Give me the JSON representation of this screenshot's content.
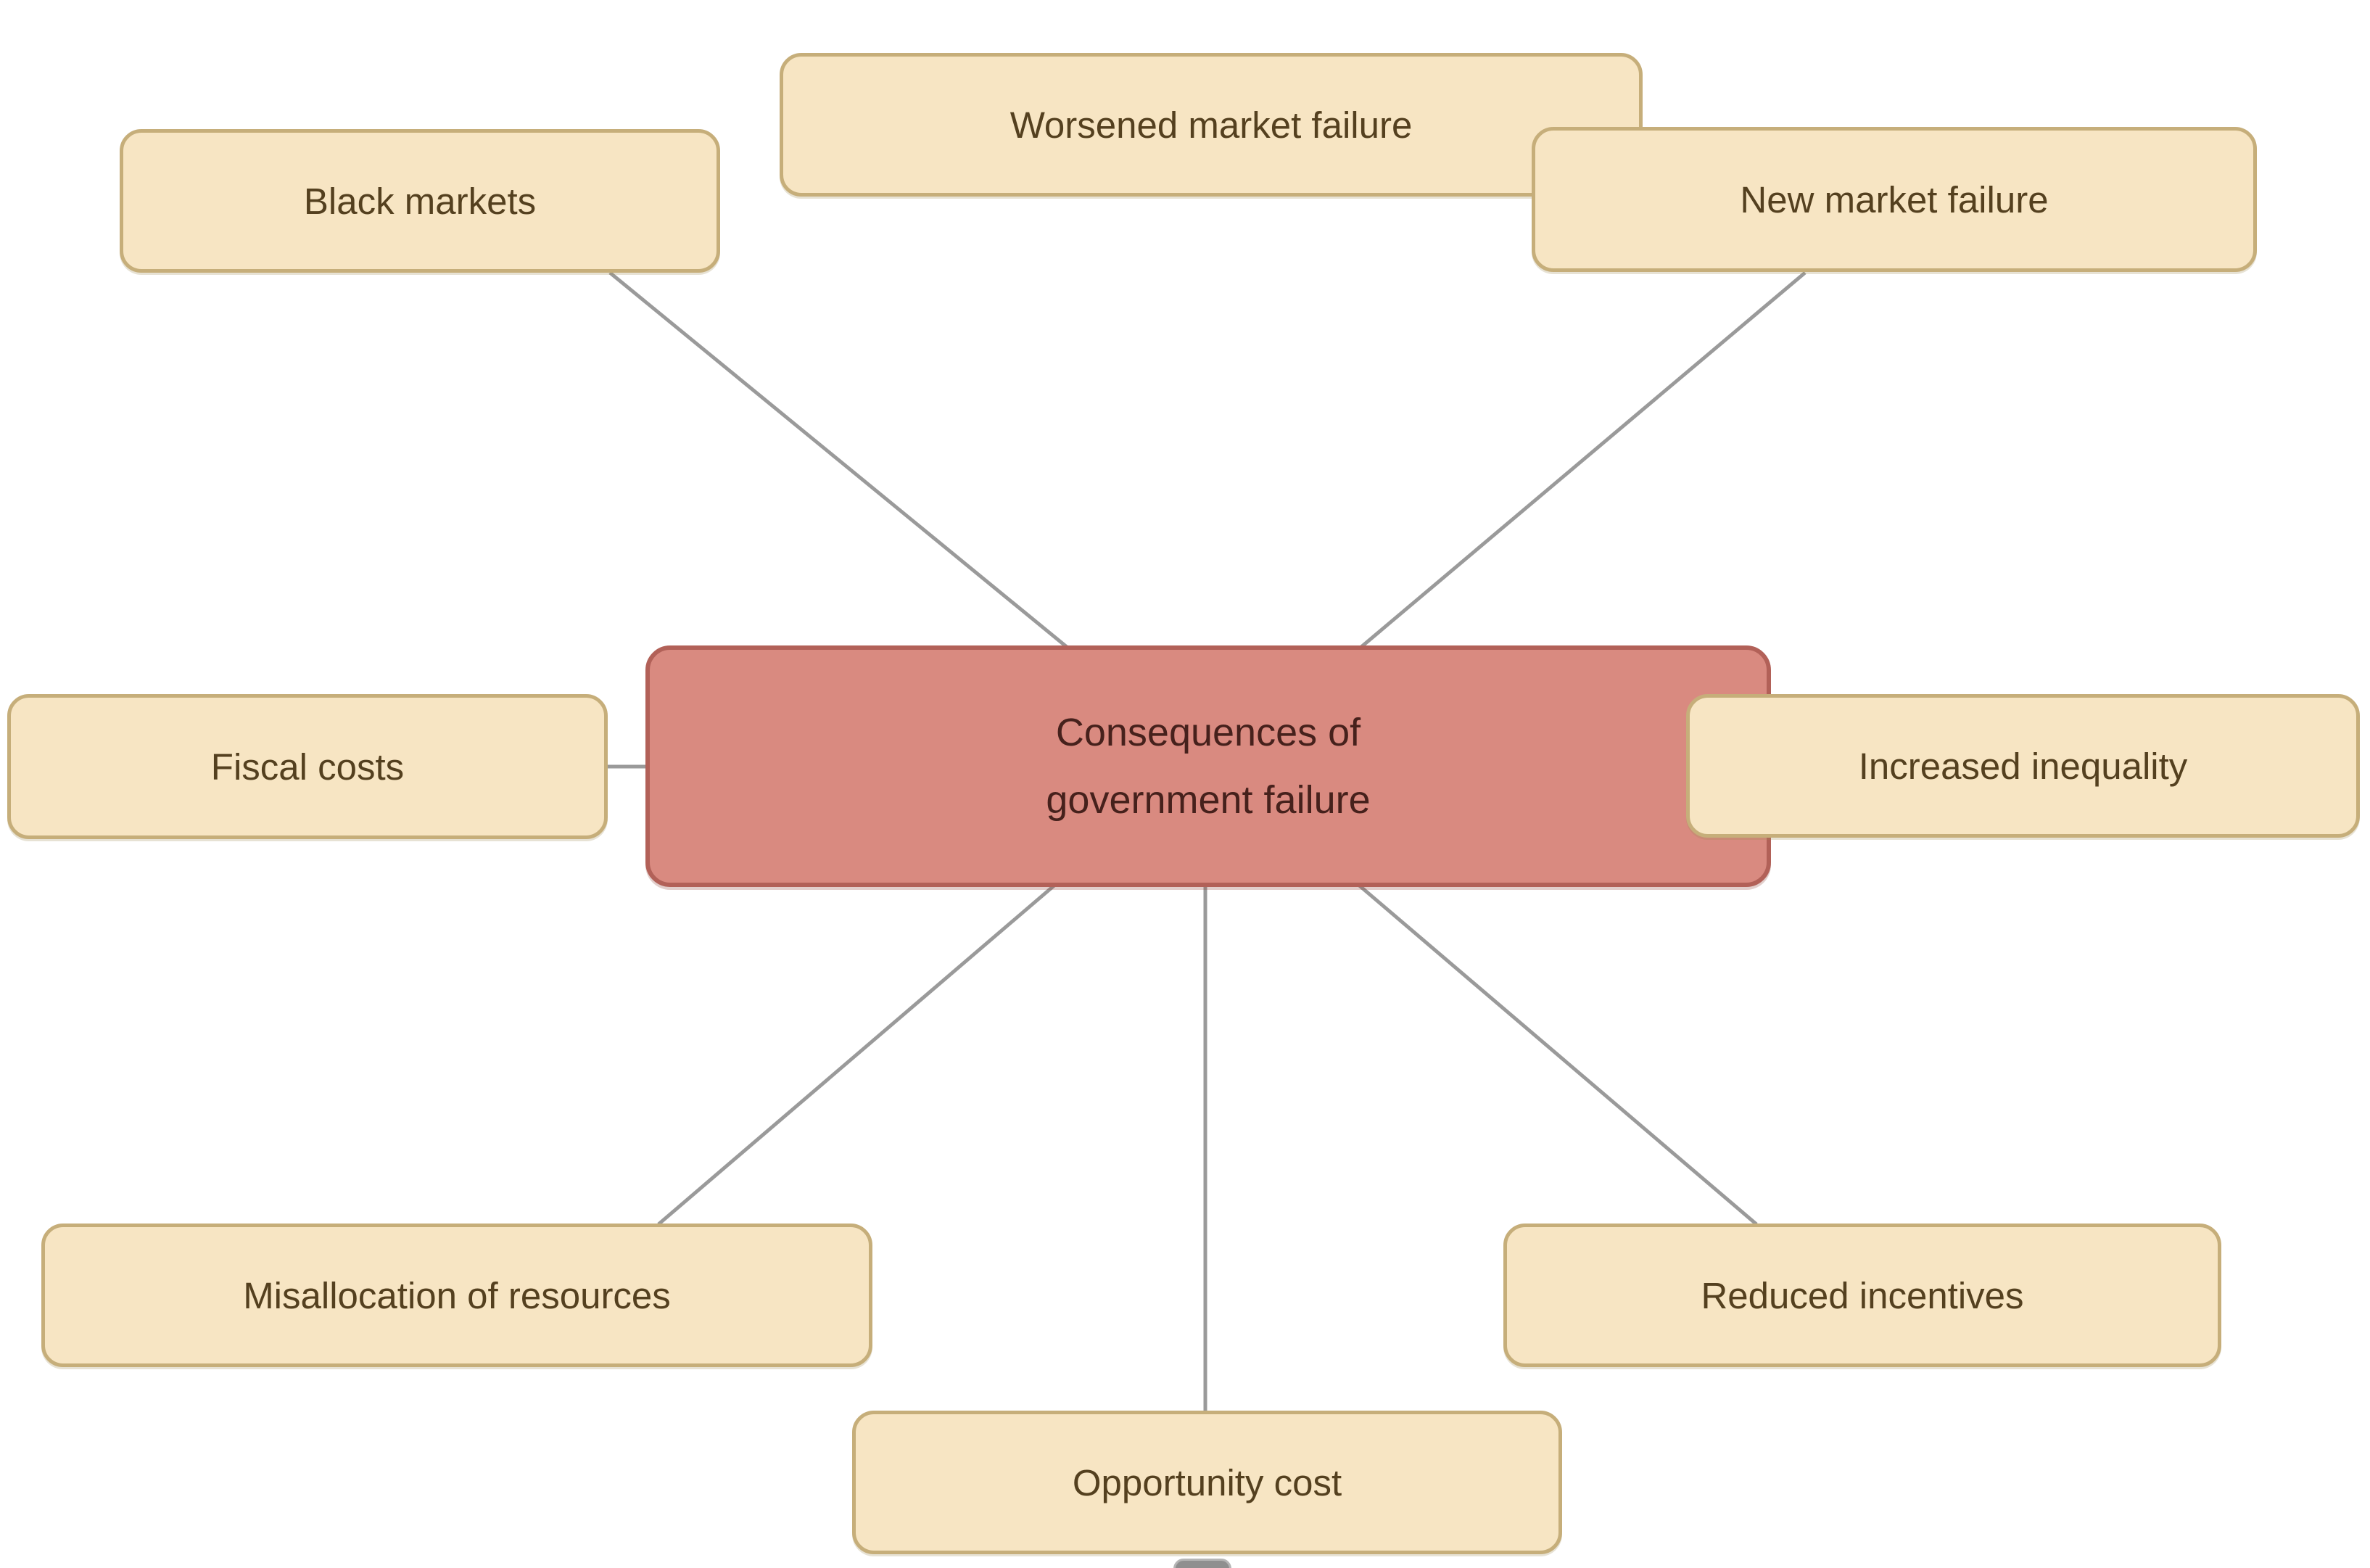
{
  "diagram": {
    "background_color": "#ffffff",
    "connector_color": "#9a9a9a",
    "center_node": {
      "label": "Consequences of government failure",
      "lines": [
        "Consequences of",
        "government failure"
      ],
      "fill_color": "#d98a80",
      "border_color": "#b26158",
      "text_color": "#46211c"
    },
    "child_node_style": {
      "fill_color": "#f7e5c3",
      "border_color": "#c6ae7a",
      "text_color": "#54401f"
    },
    "child_nodes": [
      {
        "id": "black-markets",
        "label": "Black markets"
      },
      {
        "id": "worsened-market-failure",
        "label": "Worsened market failure"
      },
      {
        "id": "new-market-failure",
        "label": "New market failure"
      },
      {
        "id": "fiscal-costs",
        "label": "Fiscal costs"
      },
      {
        "id": "increased-inequality",
        "label": "Increased inequality"
      },
      {
        "id": "misallocation-of-resources",
        "label": "Misallocation of resources"
      },
      {
        "id": "opportunity-cost",
        "label": "Opportunity cost"
      },
      {
        "id": "reduced-incentives",
        "label": "Reduced incentives"
      }
    ],
    "edges": [
      {
        "from": "black-markets",
        "to": "center"
      },
      {
        "from": "new-market-failure",
        "to": "center"
      },
      {
        "from": "fiscal-costs",
        "to": "center"
      },
      {
        "from": "misallocation-of-resources",
        "to": "center"
      },
      {
        "from": "opportunity-cost",
        "to": "center"
      },
      {
        "from": "reduced-incentives",
        "to": "center"
      }
    ],
    "drag_handle_color": "#8f8f8f"
  }
}
